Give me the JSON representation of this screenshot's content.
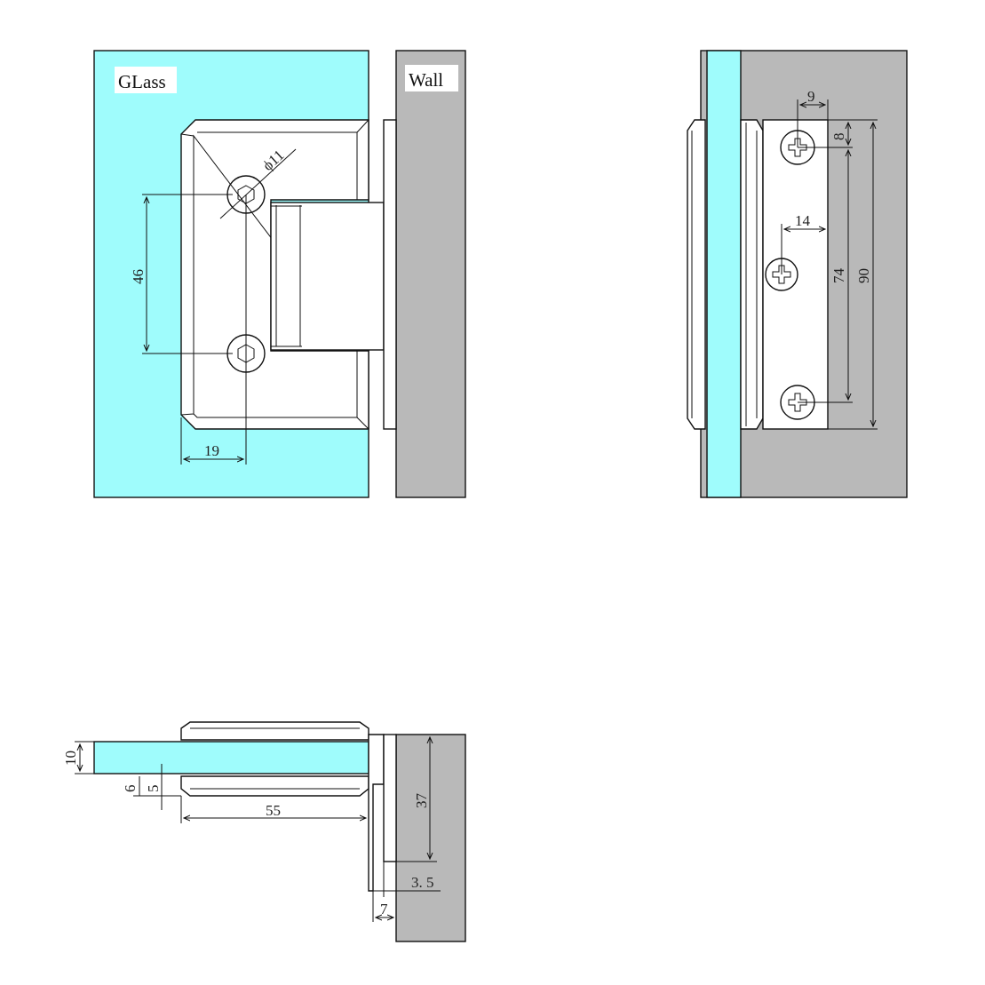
{
  "labels": {
    "glass": "GLass",
    "wall": "Wall"
  },
  "front_view": {
    "dim_hole_diameter": "ϕ11",
    "dim_hole_spacing": "46",
    "dim_hole_offset": "19"
  },
  "side_view": {
    "dim_top_offset": "9",
    "dim_top_gap": "8",
    "dim_center_offset": "14",
    "dim_screw_spacing": "74",
    "dim_plate_height": "90"
  },
  "top_view": {
    "dim_glass_thickness": "10",
    "dim_gap_6": "6",
    "dim_gap_5": "5",
    "dim_length": "55",
    "dim_plate_depth": "37",
    "dim_plate_thickness": "3. 5",
    "dim_offset_7": "7"
  },
  "colors": {
    "glass": "#9ffcfc",
    "wall": "#b9b9b9",
    "line": "#111111"
  }
}
